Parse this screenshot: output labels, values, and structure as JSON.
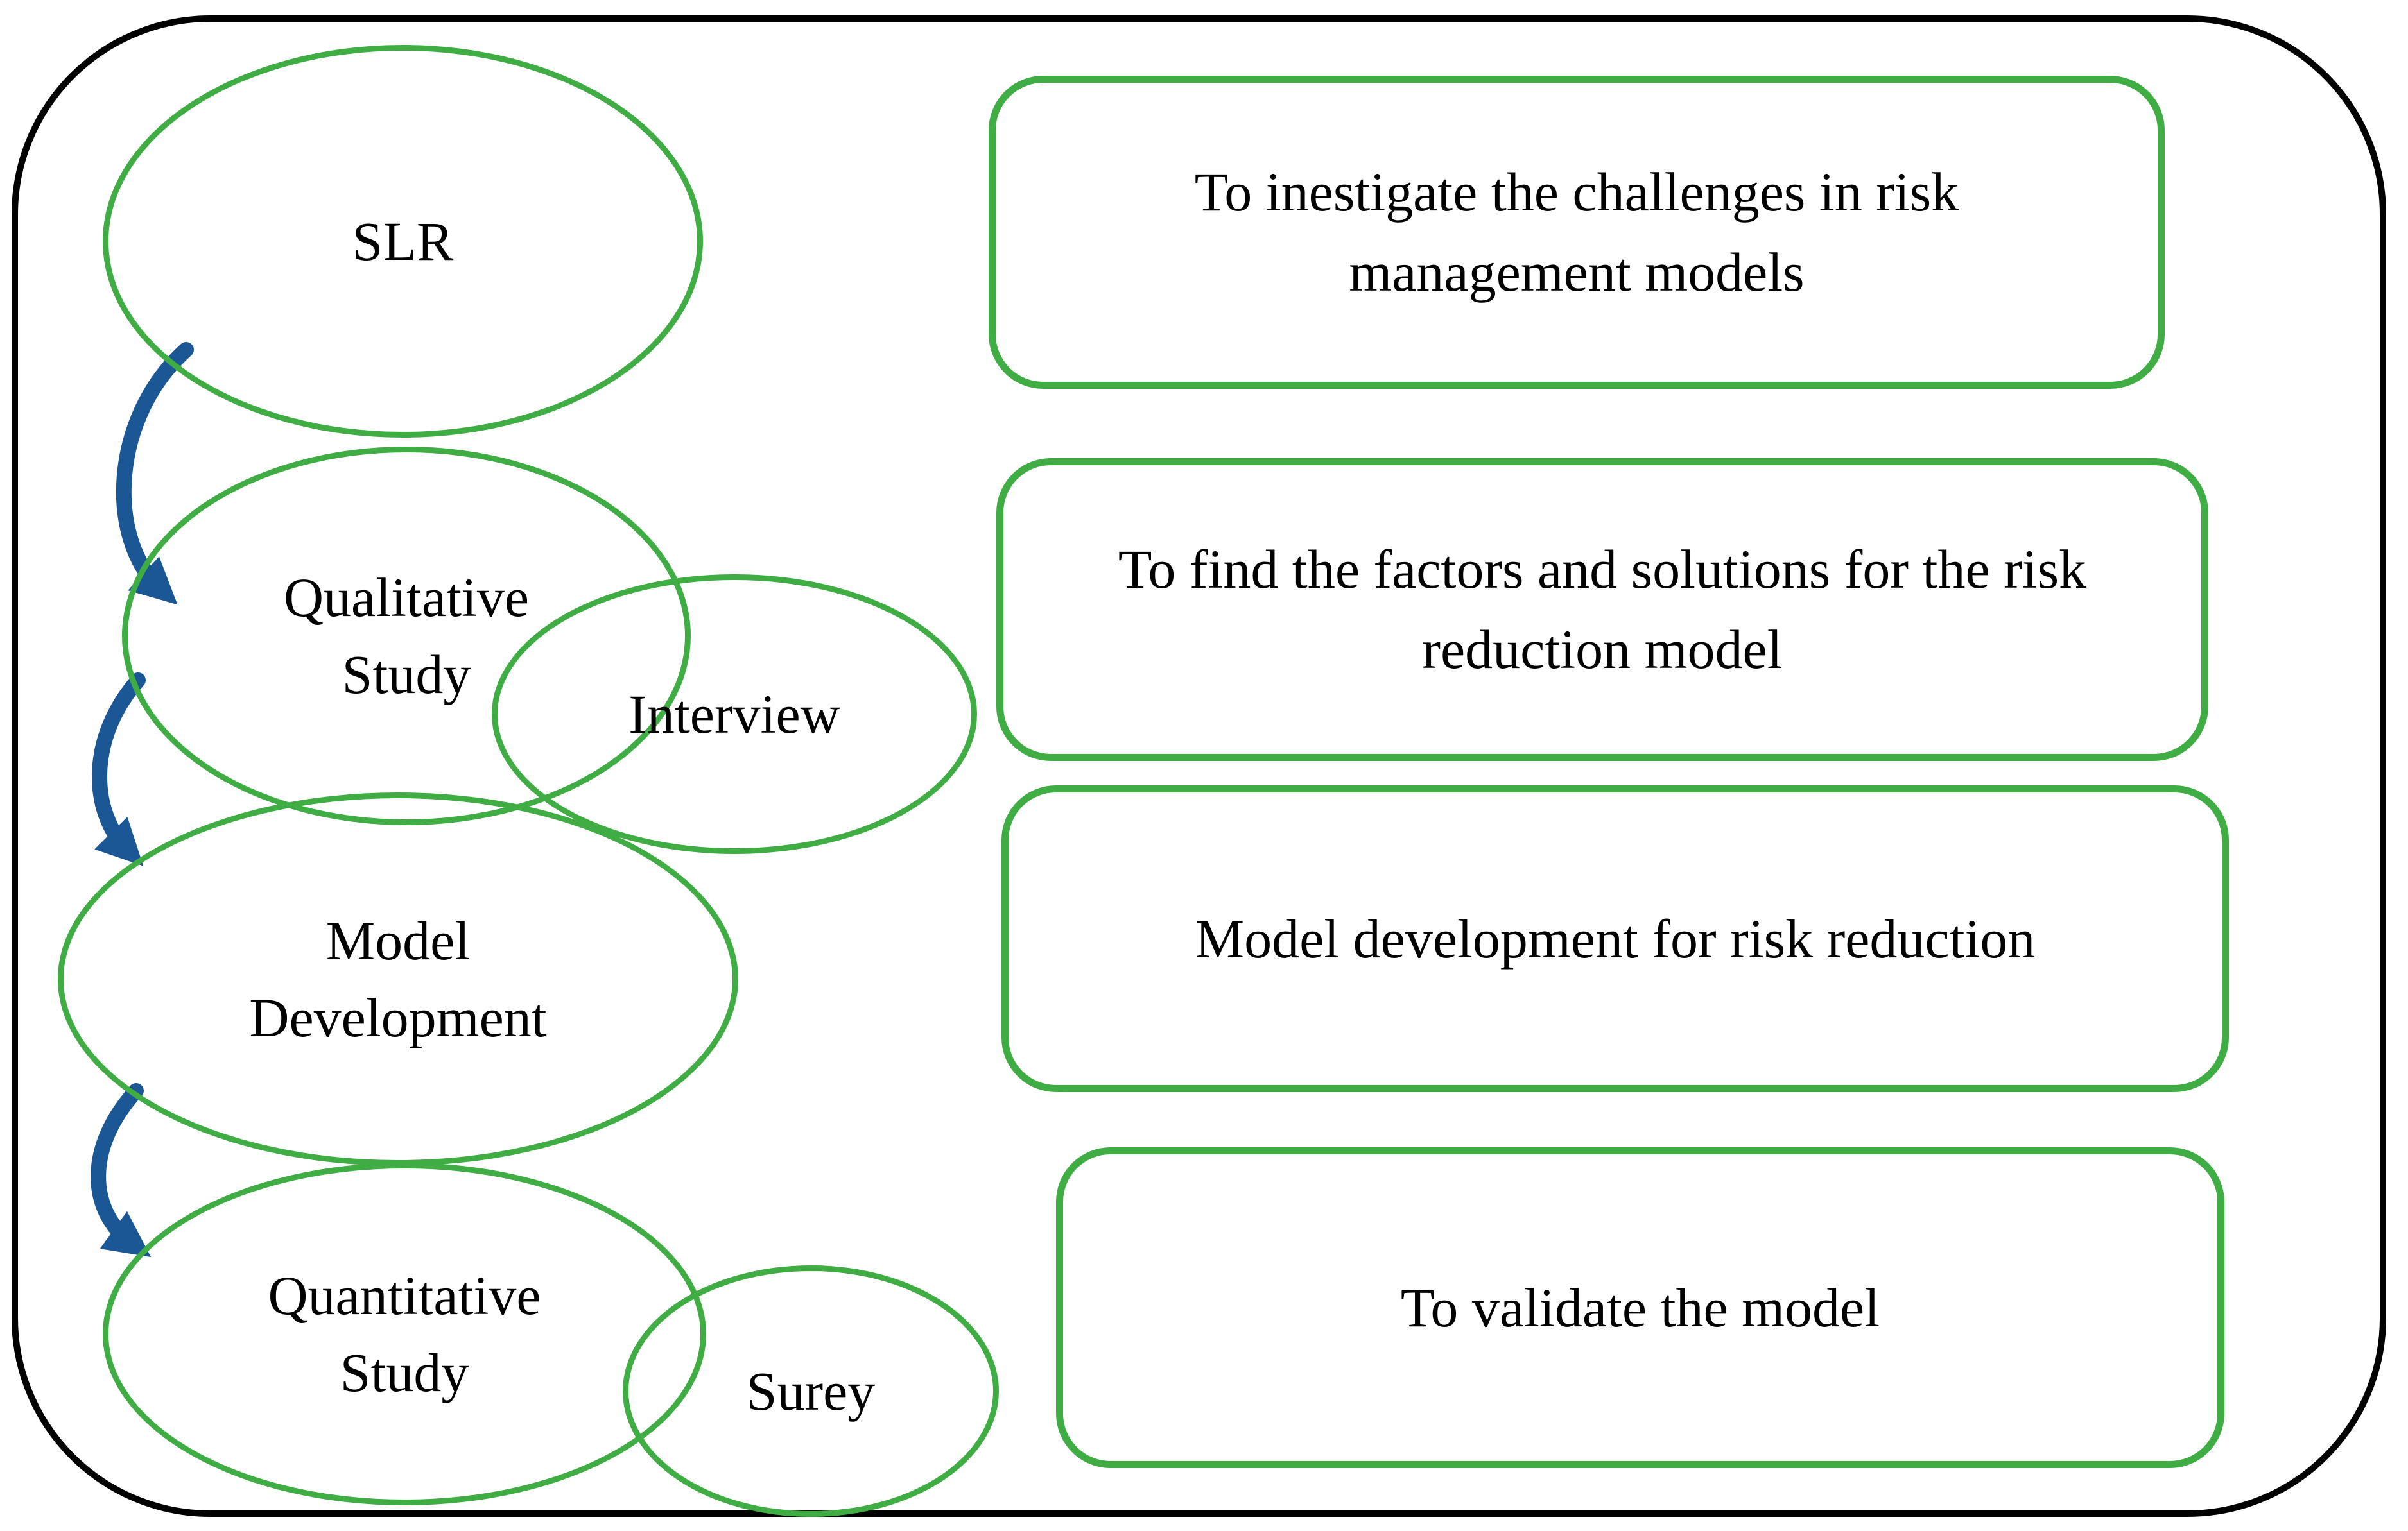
{
  "palette": {
    "shape_green": "#3FAD44",
    "arrow_blue": "#1B5795",
    "frame_black": "#000000",
    "text_color": "#000000",
    "background": "#FFFFFF"
  },
  "diagram": {
    "stages": [
      {
        "id": "slr",
        "label": "SLR"
      },
      {
        "id": "qualitative-study",
        "label": "Qualitative\nStudy",
        "method": "Interview"
      },
      {
        "id": "model-development",
        "label": "Model\nDevelopment"
      },
      {
        "id": "quantitative-study",
        "label": "Quantitative\nStudy",
        "method": "Surey"
      }
    ],
    "objectives": [
      "To inestigate the challenges in risk\nmanagement models",
      "To find the factors and solutions for the risk\nreduction model",
      "Model development for risk reduction",
      "To validate the model"
    ]
  }
}
